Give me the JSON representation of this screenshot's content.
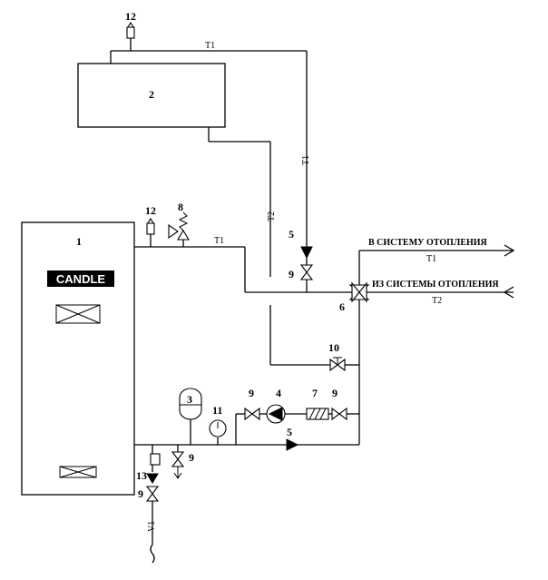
{
  "labels": {
    "n1": "1",
    "n2": "2",
    "n3": "3",
    "n4": "4",
    "n5_top": "5",
    "n5_bottom": "5",
    "n6": "6",
    "n7": "7",
    "n8": "8",
    "n9_a": "9",
    "n9_b": "9",
    "n9_c": "9",
    "n9_d": "9",
    "n9_e": "9",
    "n10": "10",
    "n11": "11",
    "n12_a": "12",
    "n12_b": "12",
    "n13": "13"
  },
  "pipes": {
    "t1_top": "T1",
    "t1_vertical": "T1",
    "t2_vertical": "T2",
    "t1_boiler": "T1",
    "t1_out": "T1",
    "t2_in": "T2",
    "v1": "V1"
  },
  "captions": {
    "supply": "В СИСТЕМУ ОТОПЛЕНИЯ",
    "return": "ИЗ СИСТЕМЫ ОТОПЛЕНИЯ"
  },
  "brand": {
    "logo": "CANDLE"
  },
  "colors": {
    "line": "#000000",
    "background": "#ffffff"
  }
}
